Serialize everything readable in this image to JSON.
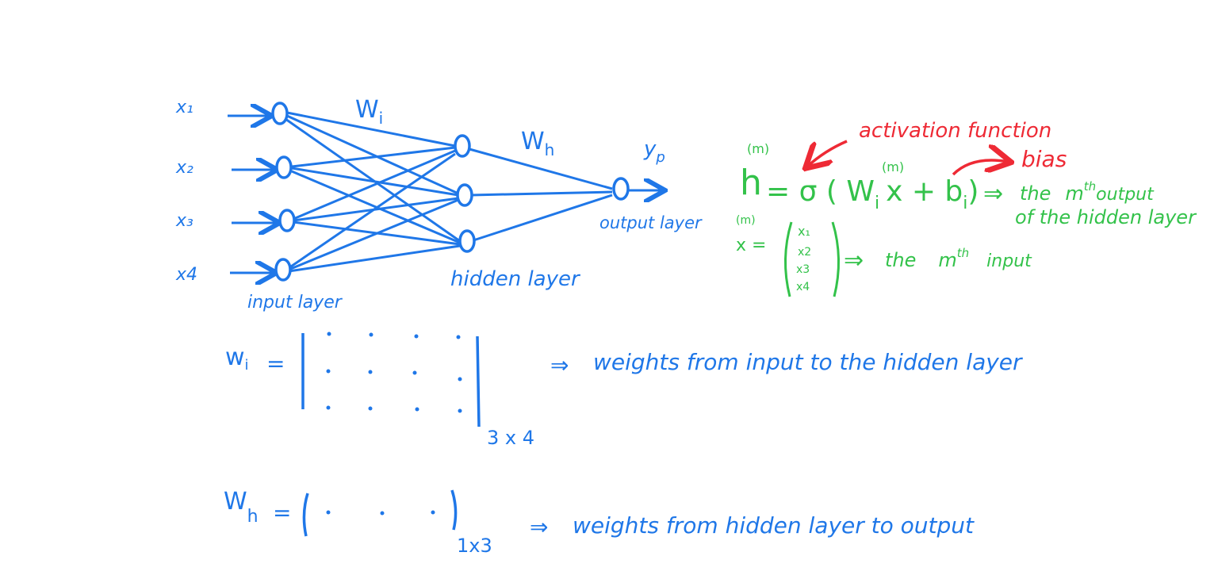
{
  "network": {
    "inputs": [
      "x₁",
      "x₂",
      "x₃",
      "x4"
    ],
    "input_layer_label": "input layer",
    "hidden_layer_label": "hidden layer",
    "output_layer_label": "output layer",
    "wi_label": "W",
    "wi_sub": "i",
    "wh_label": "W",
    "wh_sub": "h",
    "output_label": "y",
    "output_sub": "p"
  },
  "equation": {
    "activation_label": "activation function",
    "bias_label": "bias",
    "h_sup": "(m)",
    "x_sup": "(m)",
    "h": "h",
    "eq_main": "= σ ( W",
    "wi_sub": "i",
    "x_term": "x + b",
    "bi_sub": "i",
    "close": ")",
    "arrow": "⇒",
    "h_result_line1": "the",
    "h_result_m": "m",
    "h_result_th": "th",
    "h_result_out": "output",
    "h_result_line2": "of the hidden layer",
    "x_lhs_sup": "(m)",
    "x_lhs": "x =",
    "x_vector": [
      "x₁",
      "x2",
      "x3",
      "x4"
    ],
    "x_result": "the",
    "x_result_m": "m",
    "x_result_th": "th",
    "x_result_tail": "input"
  },
  "matrices": {
    "wi_lhs": "w",
    "wi_sub": "i",
    "equals": "=",
    "wi_dims": "3 x 4",
    "wi_desc": "weights from input to the hidden layer",
    "wh_lhs": "W",
    "wh_sub": "h",
    "wh_dims": "1x3",
    "wh_desc": "weights from hidden layer to output",
    "arrow": "⇒"
  },
  "colors": {
    "blue": "#1f77e8",
    "green": "#33c24a",
    "red": "#ee2a35"
  }
}
